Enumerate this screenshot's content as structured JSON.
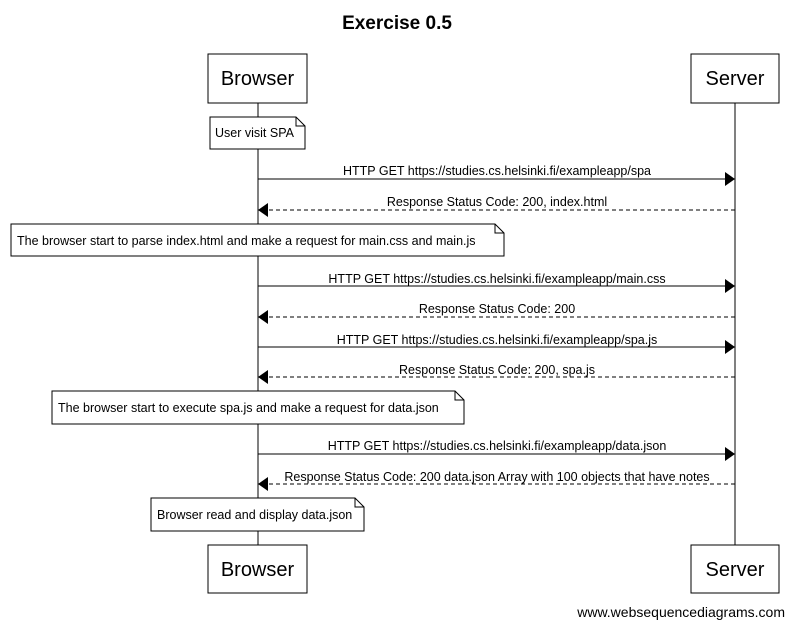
{
  "title": "Exercise 0.5",
  "participants": [
    "Browser",
    "Server"
  ],
  "steps": [
    {
      "type": "note",
      "text": "User visit SPA"
    },
    {
      "type": "message",
      "from": "Browser",
      "to": "Server",
      "style": "solid",
      "text": "HTTP GET https://studies.cs.helsinki.fi/exampleapp/spa"
    },
    {
      "type": "message",
      "from": "Server",
      "to": "Browser",
      "style": "dashed",
      "text": "Response Status Code: 200, index.html"
    },
    {
      "type": "note",
      "text": "The browser start to parse index.html and make a request for main.css and main.js"
    },
    {
      "type": "message",
      "from": "Browser",
      "to": "Server",
      "style": "solid",
      "text": "HTTP GET https://studies.cs.helsinki.fi/exampleapp/main.css"
    },
    {
      "type": "message",
      "from": "Server",
      "to": "Browser",
      "style": "dashed",
      "text": "Response Status Code: 200"
    },
    {
      "type": "message",
      "from": "Browser",
      "to": "Server",
      "style": "solid",
      "text": "HTTP GET https://studies.cs.helsinki.fi/exampleapp/spa.js"
    },
    {
      "type": "message",
      "from": "Server",
      "to": "Browser",
      "style": "dashed",
      "text": "Response Status Code: 200, spa.js"
    },
    {
      "type": "note",
      "text": "The browser start to execute spa.js and make a request for data.json"
    },
    {
      "type": "message",
      "from": "Browser",
      "to": "Server",
      "style": "solid",
      "text": "HTTP GET https://studies.cs.helsinki.fi/exampleapp/data.json"
    },
    {
      "type": "message",
      "from": "Server",
      "to": "Browser",
      "style": "dashed",
      "text": "Response Status Code: 200 data.json Array with 100 objects that have notes"
    },
    {
      "type": "note",
      "text": "Browser read and display data.json"
    }
  ],
  "footer": "www.websequencediagrams.com"
}
